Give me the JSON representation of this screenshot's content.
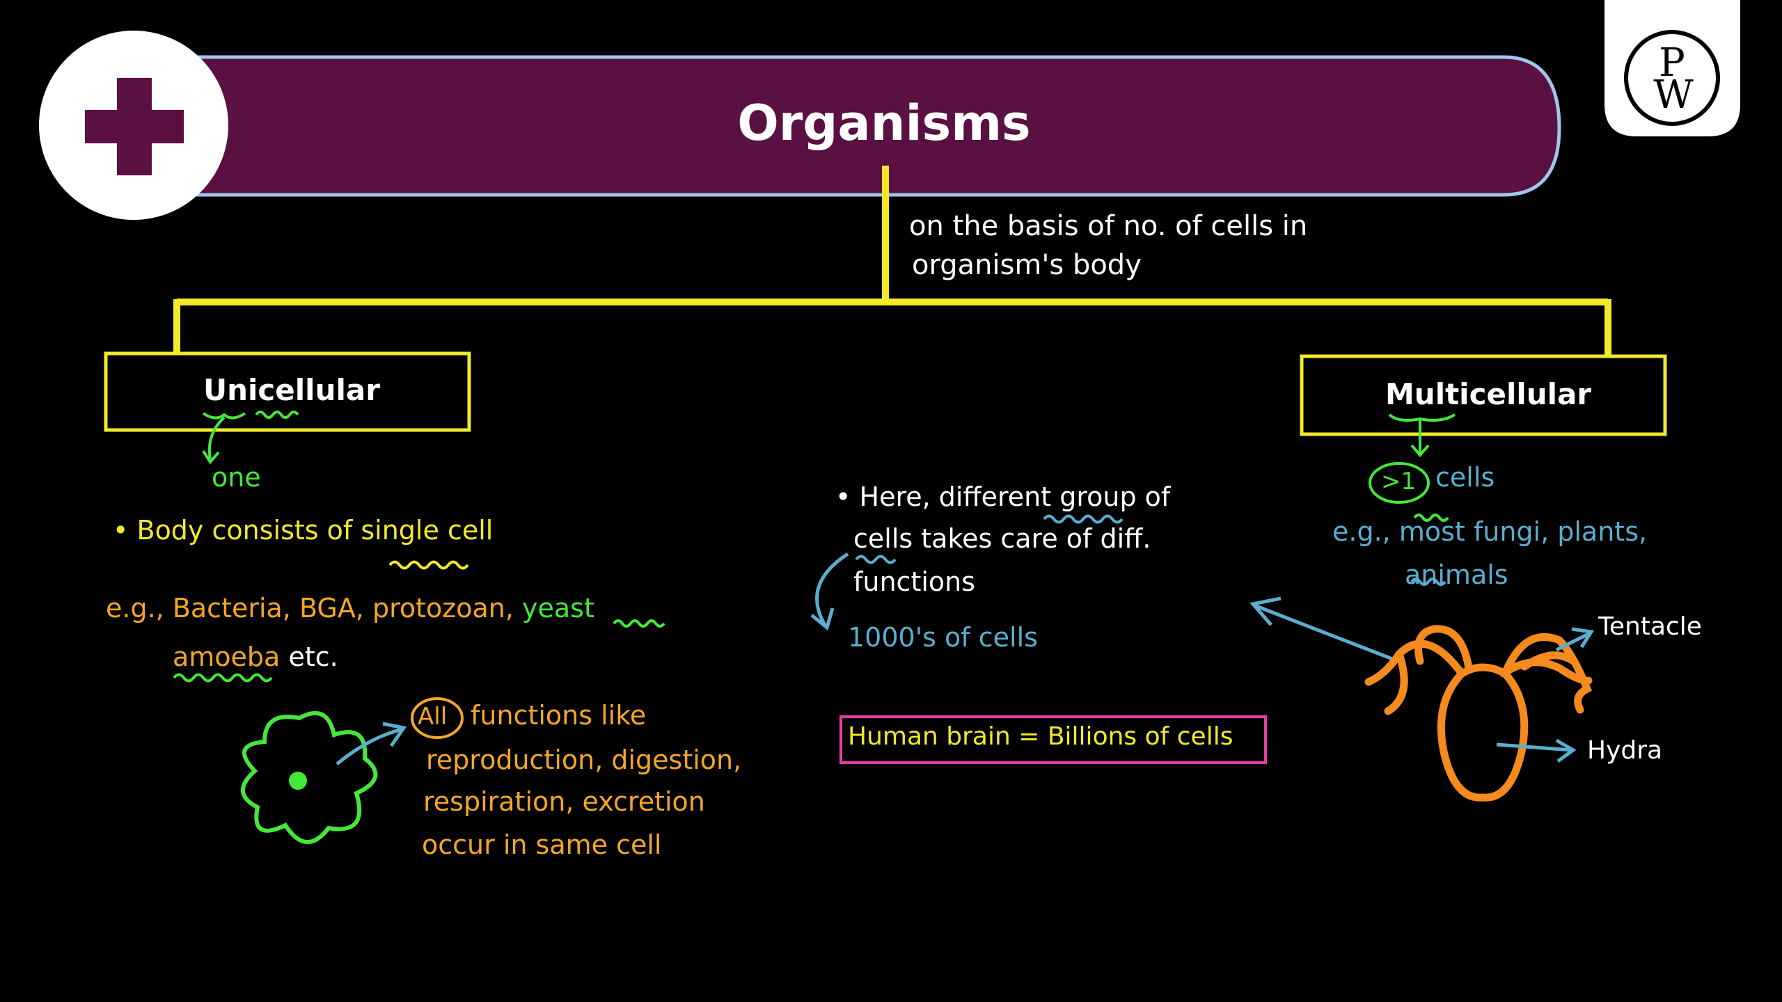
{
  "header": {
    "title": "Organisms"
  },
  "logo": {
    "top": "P",
    "bottom": "W"
  },
  "basis_note": {
    "line1": "on the basis of no. of cells in",
    "line2": "organism's body"
  },
  "unicellular": {
    "title": "Unicellular",
    "meaning": "one",
    "point": "• Body consists of single cell",
    "examples_line1_prefix": "e.g., Bacteria, BGA, protozoan,",
    "examples_line1_yeast": "yeast",
    "examples_line2_amoeba": "amoeba",
    "examples_line2_rest": "etc.",
    "all_label": "All",
    "functions_line1": "functions like",
    "functions_line2": "reproduction, digestion,",
    "functions_line3": "respiration, excretion",
    "functions_line4": "occur in same cell"
  },
  "middle": {
    "line1": "• Here, different group of",
    "line2": "cells takes care of diff.",
    "line3": "functions",
    "count": "1000's of cells",
    "brain": "Human brain = Billions of cells"
  },
  "multicellular": {
    "title": "Multicellular",
    "count_symbol": ">1",
    "count_label": "cells",
    "examples_line1": "e.g., most fungi, plants,",
    "examples_line2": "animals",
    "tentacle_label": "Tentacle",
    "hydra_label": "Hydra"
  },
  "colors": {
    "banner": "#5a1040",
    "yellow": "#f2ea28",
    "green": "#44e83a",
    "orange": "#f5a623",
    "blue": "#5aaed0",
    "pink": "#e83aa6",
    "hydra": "#f58a1e"
  }
}
